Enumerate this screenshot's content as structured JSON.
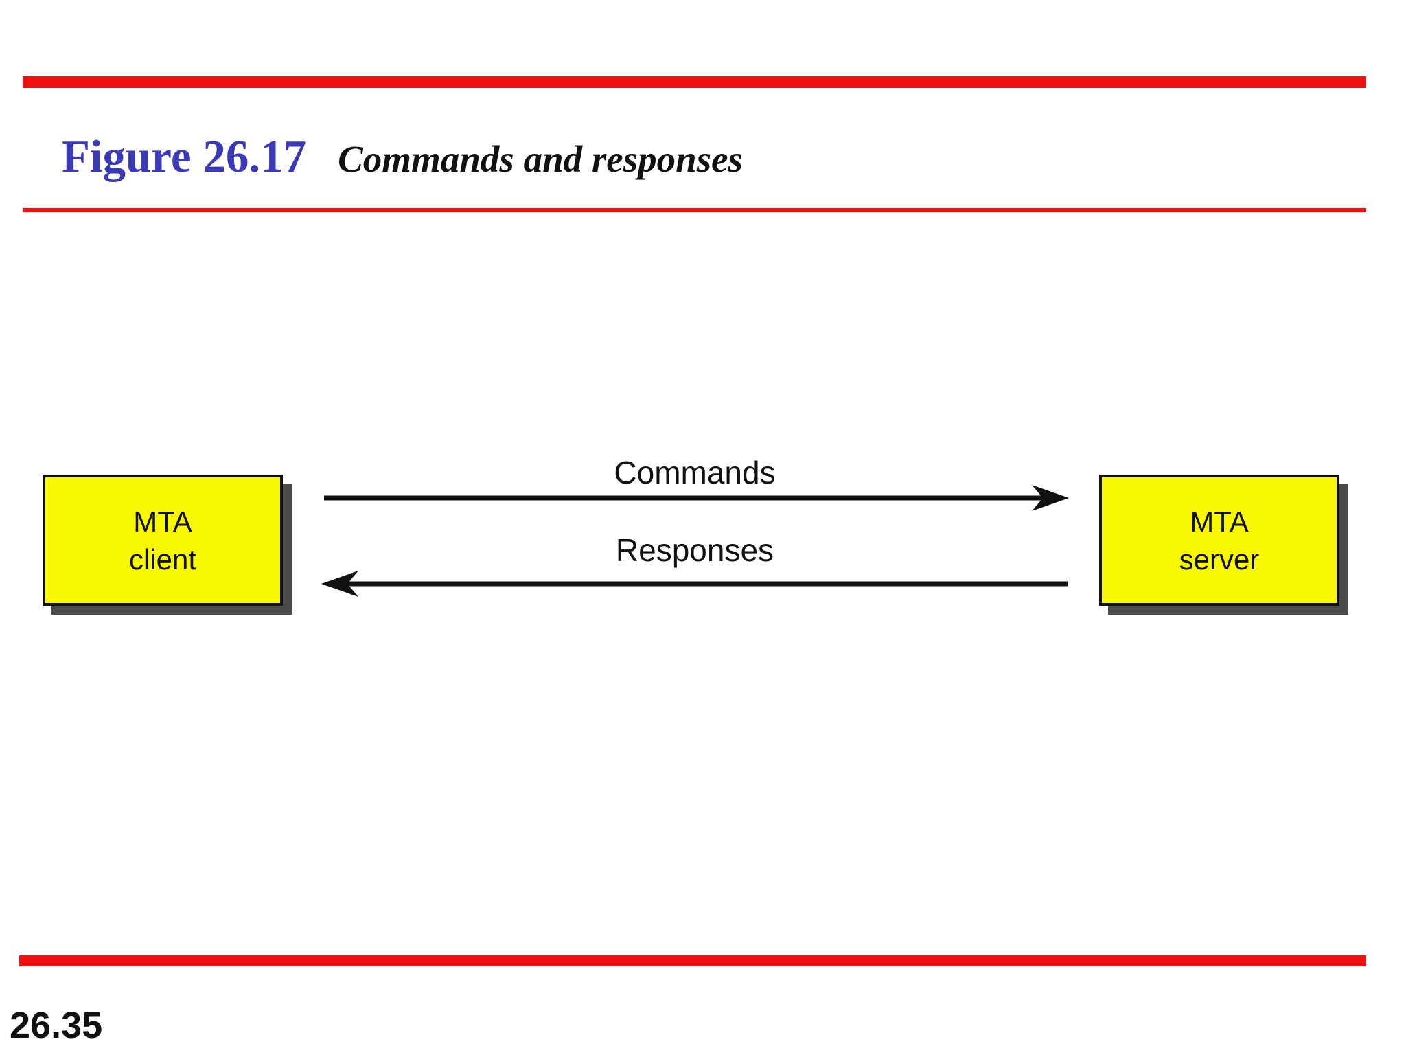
{
  "header": {
    "title_prefix": "Figure 26.17",
    "title_text": "Commands and responses"
  },
  "diagram": {
    "left_box": {
      "line1": "MTA",
      "line2": "client"
    },
    "right_box": {
      "line1": "MTA",
      "line2": "server"
    },
    "arrows": [
      {
        "label": "Commands",
        "from": "MTA client",
        "to": "MTA server",
        "direction": "right"
      },
      {
        "label": "Responses",
        "from": "MTA server",
        "to": "MTA client",
        "direction": "left"
      }
    ]
  },
  "footer": {
    "page_number": "26.35"
  },
  "colors": {
    "accent_red": "#ee1111",
    "title_blue": "#3a3ab8",
    "box_yellow": "#f8f800",
    "box_shadow_gray": "#4b4b4b",
    "line_black": "#111111"
  }
}
